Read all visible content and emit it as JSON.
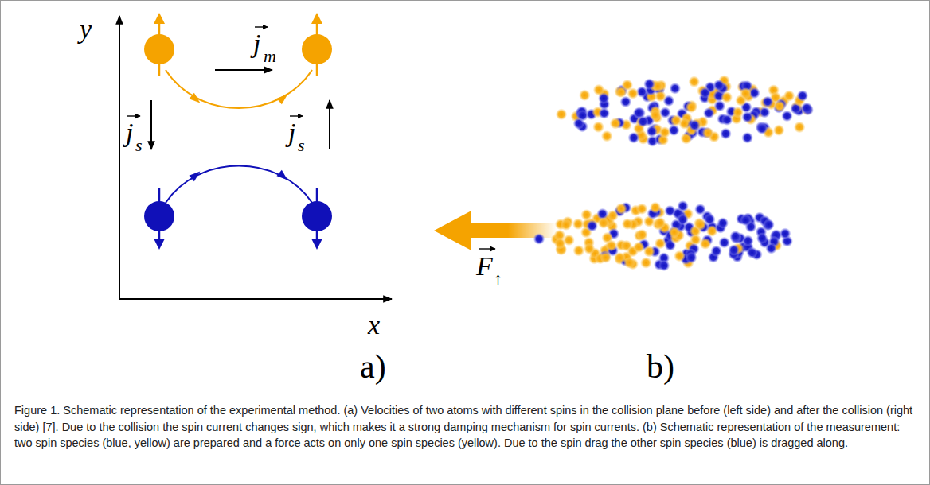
{
  "diagram": {
    "caption": "Figure 1. Schematic representation of the experimental method. (a) Velocities of two atoms with different spins in the collision plane before (left side) and after the collision (right side) [7]. Due to the collision the spin current changes sign, which makes it a strong damping mechanism for spin currents. (b) Schematic representation of the measurement: two spin species (blue, yellow) are prepared and a force acts on only one spin species (yellow). Due to the spin drag the other spin species (blue) is dragged along.",
    "labels": [
      "y",
      "x",
      "j",
      "m",
      "j",
      "s",
      "j",
      "s",
      "F",
      "↑",
      "a)",
      "b)"
    ]
  }
}
